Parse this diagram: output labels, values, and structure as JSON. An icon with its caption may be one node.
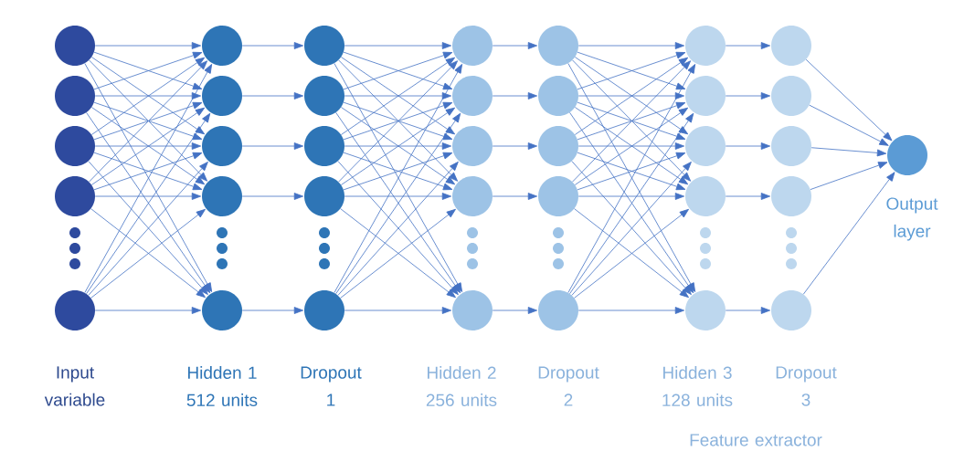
{
  "diagram": {
    "nodes": [
      {
        "text": [],
        "shape": "circle"
      },
      {
        "text": [],
        "shape": "circle"
      },
      {
        "text": [],
        "shape": "circle"
      },
      {
        "text": [],
        "shape": "circle"
      },
      {
        "text": [],
        "shape": "circle"
      },
      {
        "text": [],
        "shape": "circle"
      },
      {
        "text": [],
        "shape": "circle"
      },
      {
        "text": [],
        "shape": "circle"
      },
      {
        "text": [],
        "shape": "circle"
      },
      {
        "text": [],
        "shape": "circle"
      },
      {
        "text": [],
        "shape": "circle"
      },
      {
        "text": [],
        "shape": "circle"
      },
      {
        "text": [],
        "shape": "circle"
      },
      {
        "text": [],
        "shape": "circle"
      },
      {
        "text": [],
        "shape": "circle"
      },
      {
        "text": [],
        "shape": "circle"
      },
      {
        "text": [],
        "shape": "circle"
      },
      {
        "text": [],
        "shape": "circle"
      },
      {
        "text": [],
        "shape": "circle"
      },
      {
        "text": [],
        "shape": "circle"
      },
      {
        "text": [],
        "shape": "circle"
      },
      {
        "text": [],
        "shape": "circle"
      },
      {
        "text": [],
        "shape": "circle"
      },
      {
        "text": [],
        "shape": "circle"
      },
      {
        "text": [],
        "shape": "circle"
      },
      {
        "text": [],
        "shape": "circle"
      },
      {
        "text": [],
        "shape": "circle"
      },
      {
        "text": [],
        "shape": "circle"
      },
      {
        "text": [],
        "shape": "circle"
      },
      {
        "text": [],
        "shape": "circle"
      },
      {
        "text": [],
        "shape": "circle"
      },
      {
        "text": [],
        "shape": "circle"
      },
      {
        "text": [],
        "shape": "circle"
      },
      {
        "text": [],
        "shape": "circle"
      },
      {
        "text": [],
        "shape": "circle"
      },
      {
        "text": [],
        "shape": "circle",
        "beside": [
          "Output layer"
        ]
      }
    ],
    "edges": [
      {
        "from": 0,
        "to": 5,
        "arrow": "to"
      },
      {
        "from": 0,
        "to": 6,
        "arrow": "to"
      },
      {
        "from": 0,
        "to": 7,
        "arrow": "to"
      },
      {
        "from": 0,
        "to": 8,
        "arrow": "to"
      },
      {
        "from": 0,
        "to": 9,
        "arrow": "to"
      },
      {
        "from": 1,
        "to": 5,
        "arrow": "to"
      },
      {
        "from": 1,
        "to": 6,
        "arrow": "to"
      },
      {
        "from": 1,
        "to": 7,
        "arrow": "to"
      },
      {
        "from": 1,
        "to": 8,
        "arrow": "to"
      },
      {
        "from": 1,
        "to": 9,
        "arrow": "to"
      },
      {
        "from": 2,
        "to": 5,
        "arrow": "to"
      },
      {
        "from": 2,
        "to": 6,
        "arrow": "to"
      },
      {
        "from": 2,
        "to": 7,
        "arrow": "to"
      },
      {
        "from": 2,
        "to": 8,
        "arrow": "to"
      },
      {
        "from": 2,
        "to": 9,
        "arrow": "to"
      },
      {
        "from": 3,
        "to": 5,
        "arrow": "to"
      },
      {
        "from": 3,
        "to": 6,
        "arrow": "to"
      },
      {
        "from": 3,
        "to": 7,
        "arrow": "to"
      },
      {
        "from": 3,
        "to": 8,
        "arrow": "to"
      },
      {
        "from": 3,
        "to": 9,
        "arrow": "to"
      },
      {
        "from": 4,
        "to": 5,
        "arrow": "to"
      },
      {
        "from": 4,
        "to": 6,
        "arrow": "to"
      },
      {
        "from": 4,
        "to": 7,
        "arrow": "to"
      },
      {
        "from": 4,
        "to": 8,
        "arrow": "to"
      },
      {
        "from": 4,
        "to": 9,
        "arrow": "to"
      },
      {
        "from": 5,
        "to": 10,
        "arrow": "to"
      },
      {
        "from": 6,
        "to": 11,
        "arrow": "to"
      },
      {
        "from": 7,
        "to": 12,
        "arrow": "to"
      },
      {
        "from": 8,
        "to": 13,
        "arrow": "to"
      },
      {
        "from": 9,
        "to": 14,
        "arrow": "to"
      },
      {
        "from": 10,
        "to": 15,
        "arrow": "to"
      },
      {
        "from": 10,
        "to": 16,
        "arrow": "to"
      },
      {
        "from": 10,
        "to": 17,
        "arrow": "to"
      },
      {
        "from": 10,
        "to": 18,
        "arrow": "to"
      },
      {
        "from": 10,
        "to": 19,
        "arrow": "to"
      },
      {
        "from": 11,
        "to": 15,
        "arrow": "to"
      },
      {
        "from": 11,
        "to": 16,
        "arrow": "to"
      },
      {
        "from": 11,
        "to": 17,
        "arrow": "to"
      },
      {
        "from": 11,
        "to": 18,
        "arrow": "to"
      },
      {
        "from": 11,
        "to": 19,
        "arrow": "to"
      },
      {
        "from": 12,
        "to": 15,
        "arrow": "to"
      },
      {
        "from": 12,
        "to": 16,
        "arrow": "to"
      },
      {
        "from": 12,
        "to": 17,
        "arrow": "to"
      },
      {
        "from": 12,
        "to": 18,
        "arrow": "to"
      },
      {
        "from": 12,
        "to": 19,
        "arrow": "to"
      },
      {
        "from": 13,
        "to": 15,
        "arrow": "to"
      },
      {
        "from": 13,
        "to": 16,
        "arrow": "to"
      },
      {
        "from": 13,
        "to": 17,
        "arrow": "to"
      },
      {
        "from": 13,
        "to": 18,
        "arrow": "to"
      },
      {
        "from": 13,
        "to": 19,
        "arrow": "to"
      },
      {
        "from": 14,
        "to": 15,
        "arrow": "to"
      },
      {
        "from": 14,
        "to": 16,
        "arrow": "to"
      },
      {
        "from": 14,
        "to": 17,
        "arrow": "to"
      },
      {
        "from": 14,
        "to": 18,
        "arrow": "to"
      },
      {
        "from": 14,
        "to": 19,
        "arrow": "to"
      },
      {
        "from": 15,
        "to": 20,
        "arrow": "to"
      },
      {
        "from": 16,
        "to": 21,
        "arrow": "to"
      },
      {
        "from": 17,
        "to": 22,
        "arrow": "to"
      },
      {
        "from": 18,
        "to": 23,
        "arrow": "to"
      },
      {
        "from": 19,
        "to": 24,
        "arrow": "to"
      },
      {
        "from": 20,
        "to": 25,
        "arrow": "to"
      },
      {
        "from": 20,
        "to": 26,
        "arrow": "to"
      },
      {
        "from": 20,
        "to": 27,
        "arrow": "to"
      },
      {
        "from": 20,
        "to": 28,
        "arrow": "to"
      },
      {
        "from": 20,
        "to": 29,
        "arrow": "to"
      },
      {
        "from": 21,
        "to": 25,
        "arrow": "to"
      },
      {
        "from": 21,
        "to": 26,
        "arrow": "to"
      },
      {
        "from": 21,
        "to": 27,
        "arrow": "to"
      },
      {
        "from": 21,
        "to": 28,
        "arrow": "to"
      },
      {
        "from": 21,
        "to": 29,
        "arrow": "to"
      },
      {
        "from": 22,
        "to": 25,
        "arrow": "to"
      },
      {
        "from": 22,
        "to": 26,
        "arrow": "to"
      },
      {
        "from": 22,
        "to": 27,
        "arrow": "to"
      },
      {
        "from": 22,
        "to": 28,
        "arrow": "to"
      },
      {
        "from": 22,
        "to": 29,
        "arrow": "to"
      },
      {
        "from": 23,
        "to": 25,
        "arrow": "to"
      },
      {
        "from": 23,
        "to": 26,
        "arrow": "to"
      },
      {
        "from": 23,
        "to": 27,
        "arrow": "to"
      },
      {
        "from": 23,
        "to": 28,
        "arrow": "to"
      },
      {
        "from": 23,
        "to": 29,
        "arrow": "to"
      },
      {
        "from": 24,
        "to": 25,
        "arrow": "to"
      },
      {
        "from": 24,
        "to": 26,
        "arrow": "to"
      },
      {
        "from": 24,
        "to": 27,
        "arrow": "to"
      },
      {
        "from": 24,
        "to": 28,
        "arrow": "to"
      },
      {
        "from": 24,
        "to": 29,
        "arrow": "to"
      },
      {
        "from": 25,
        "to": 30,
        "arrow": "to"
      },
      {
        "from": 26,
        "to": 31,
        "arrow": "to"
      },
      {
        "from": 27,
        "to": 32,
        "arrow": "to"
      },
      {
        "from": 28,
        "to": 33,
        "arrow": "to"
      },
      {
        "from": 29,
        "to": 34,
        "arrow": "to"
      },
      {
        "from": 30,
        "to": 35,
        "arrow": "to"
      },
      {
        "from": 31,
        "to": 35,
        "arrow": "to"
      },
      {
        "from": 32,
        "to": 35,
        "arrow": "to"
      },
      {
        "from": 33,
        "to": 35,
        "arrow": "to"
      },
      {
        "from": 34,
        "to": 35,
        "arrow": "to"
      }
    ],
    "labels": [
      "Input variable",
      "Hidden 1 512 units",
      "Dropout 1",
      "Hidden 2 256 units",
      "Dropout 2",
      "Hidden 3 128 units",
      "Dropout 3",
      "Feature extractor"
    ]
  }
}
